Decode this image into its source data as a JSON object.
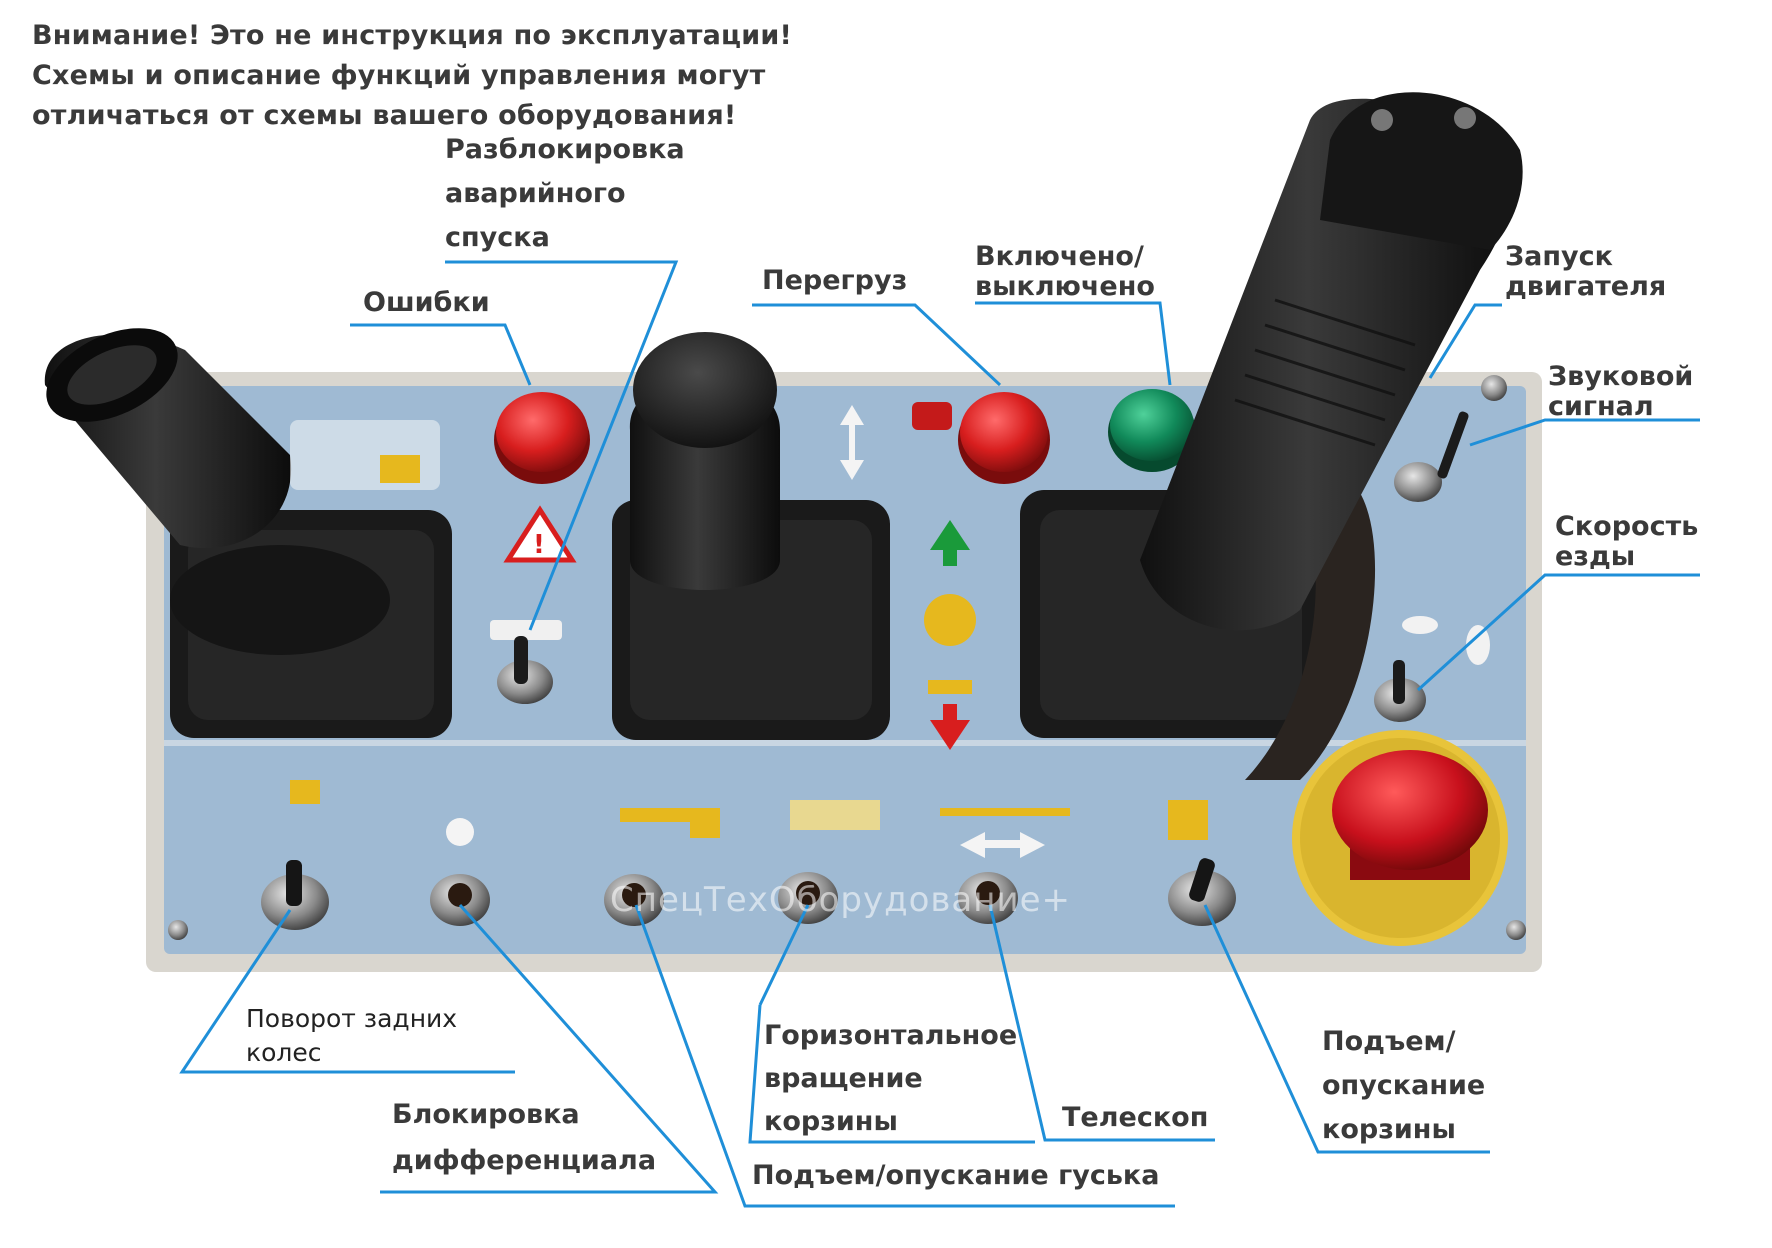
{
  "warning": {
    "line1": "Внимание! Это не инструкция по эксплуатации!",
    "line2": "Схемы и описание функций управления могут",
    "line3": "отличаться от схемы вашего оборудования!"
  },
  "labels": {
    "emergency_unlock": [
      "Разблокировка",
      "аварийного",
      "спуска"
    ],
    "errors": "Ошибки",
    "overload": "Перегруз",
    "on_off": [
      "Включено/",
      "выключено"
    ],
    "engine_start": [
      "Запуск",
      "двигателя"
    ],
    "horn": [
      "Звуковой",
      "сигнал"
    ],
    "drive_speed": [
      "Скорость",
      "езды"
    ],
    "rear_wheel_turn": [
      "Поворот задних",
      "колес"
    ],
    "diff_lock": [
      "Блокировка",
      "дифференциала"
    ],
    "basket_rotation": [
      "Горизонтальное",
      "вращение",
      "корзины"
    ],
    "telescope": "Телескоп",
    "jib_lift": "Подъем/опускание гуська",
    "basket_lift": [
      "Подъем/",
      "опускание",
      "корзины"
    ]
  },
  "watermark": "СпецТехОборудование+",
  "colors": {
    "panel": "#9fbad3",
    "panel_edge": "#d9d6cf",
    "leader_line": "#1f8fd8",
    "error_lamp": "#d81e1e",
    "power_lamp": "#118a5a",
    "estop": "#c8101c",
    "estop_ring": "#e8c43a"
  }
}
